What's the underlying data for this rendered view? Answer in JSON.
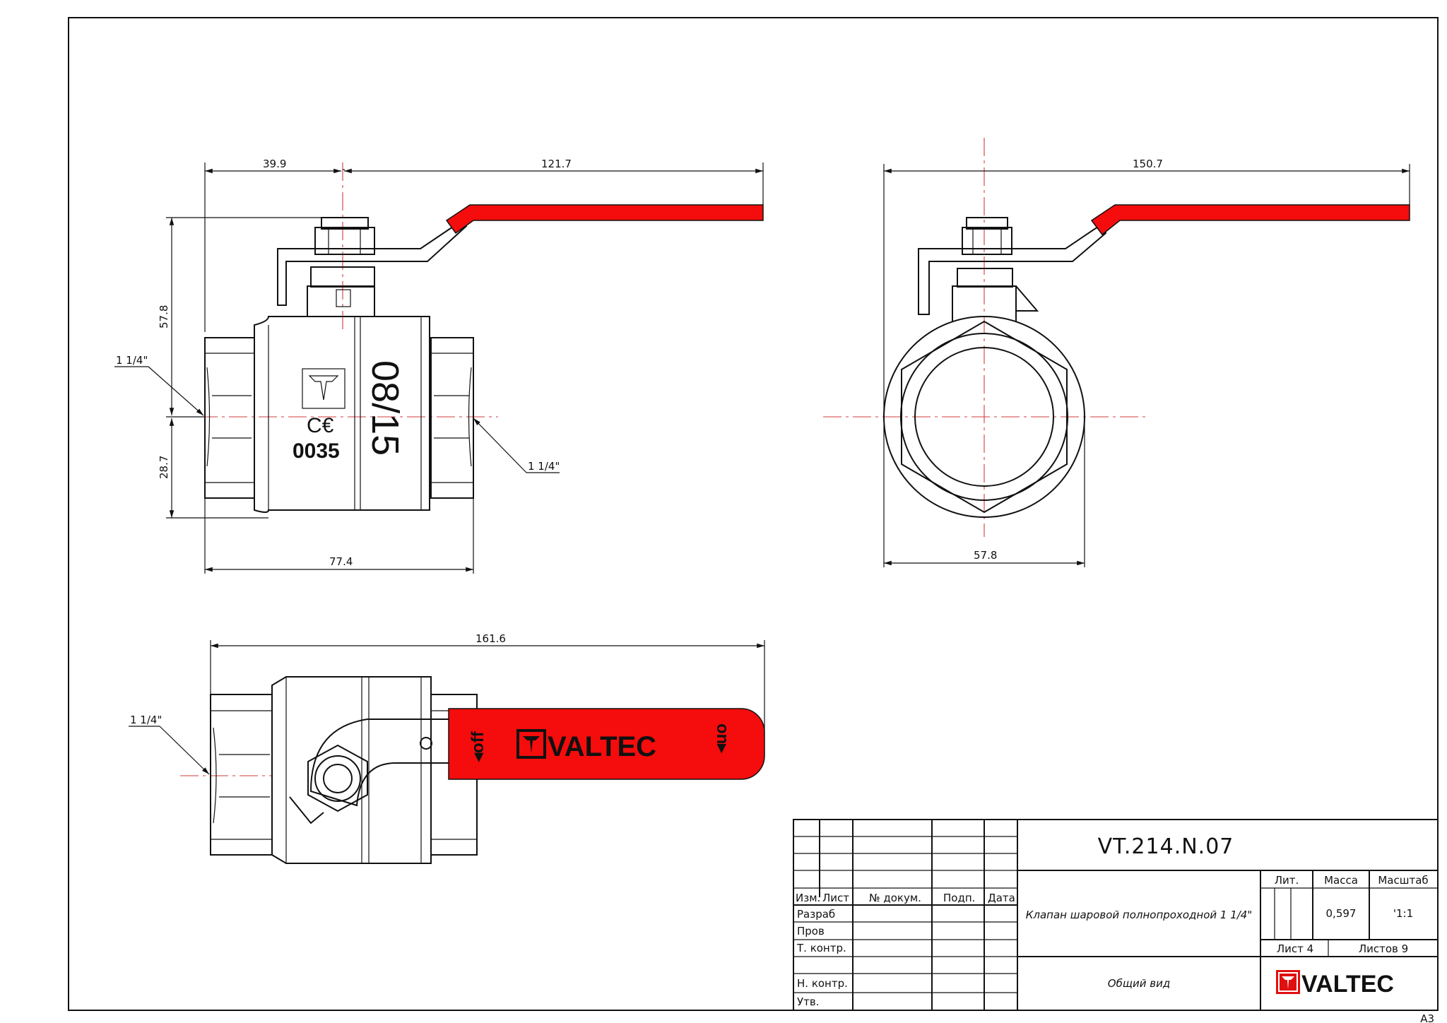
{
  "front_view": {
    "dim_stem_offset": "39.9",
    "dim_handle_reach": "121.7",
    "dim_top_height": "57.8",
    "dim_bottom_height": "28.7",
    "dim_body_length": "77.4",
    "thread_left": "1 1/4\"",
    "thread_right": "1 1/4\"",
    "body_marks": {
      "ce": "C€",
      "notified_body": "0035",
      "size_mark": "08/15"
    }
  },
  "side_view": {
    "dim_overall_width": "150.7",
    "dim_body_width": "57.8"
  },
  "top_view": {
    "dim_overall_length": "161.6",
    "thread_left": "1 1/4\"",
    "handle": {
      "off_label": "◂off",
      "on_label": "on▸",
      "brand": "VALTEC"
    }
  },
  "title_block": {
    "designation": "VT.214.N.07",
    "product_name": "Клапан шаровой полнопроходной 1 1/4\"",
    "document_type": "Общий вид",
    "columns": {
      "izm": "Изм.",
      "list": "Лист",
      "doc_no": "№ докум.",
      "sign": "Подп.",
      "date": "Дата"
    },
    "rows": {
      "developed": "Разраб",
      "checked": "Пров",
      "tech_control": "Т. контр.",
      "norm_control": "Н. контр.",
      "approved": "Утв."
    },
    "lit_label": "Лит.",
    "mass_label": "Масса",
    "scale_label": "Масштаб",
    "mass_value": "0,597",
    "scale_value": "'1:1",
    "sheet": "Лист 4",
    "sheets_total": "Листов 9",
    "brand": "VALTEC"
  },
  "sheet_format": "A3",
  "colors": {
    "handle_red": "#f50c0c",
    "centerline": "#d23b3b",
    "line": "#111111"
  }
}
